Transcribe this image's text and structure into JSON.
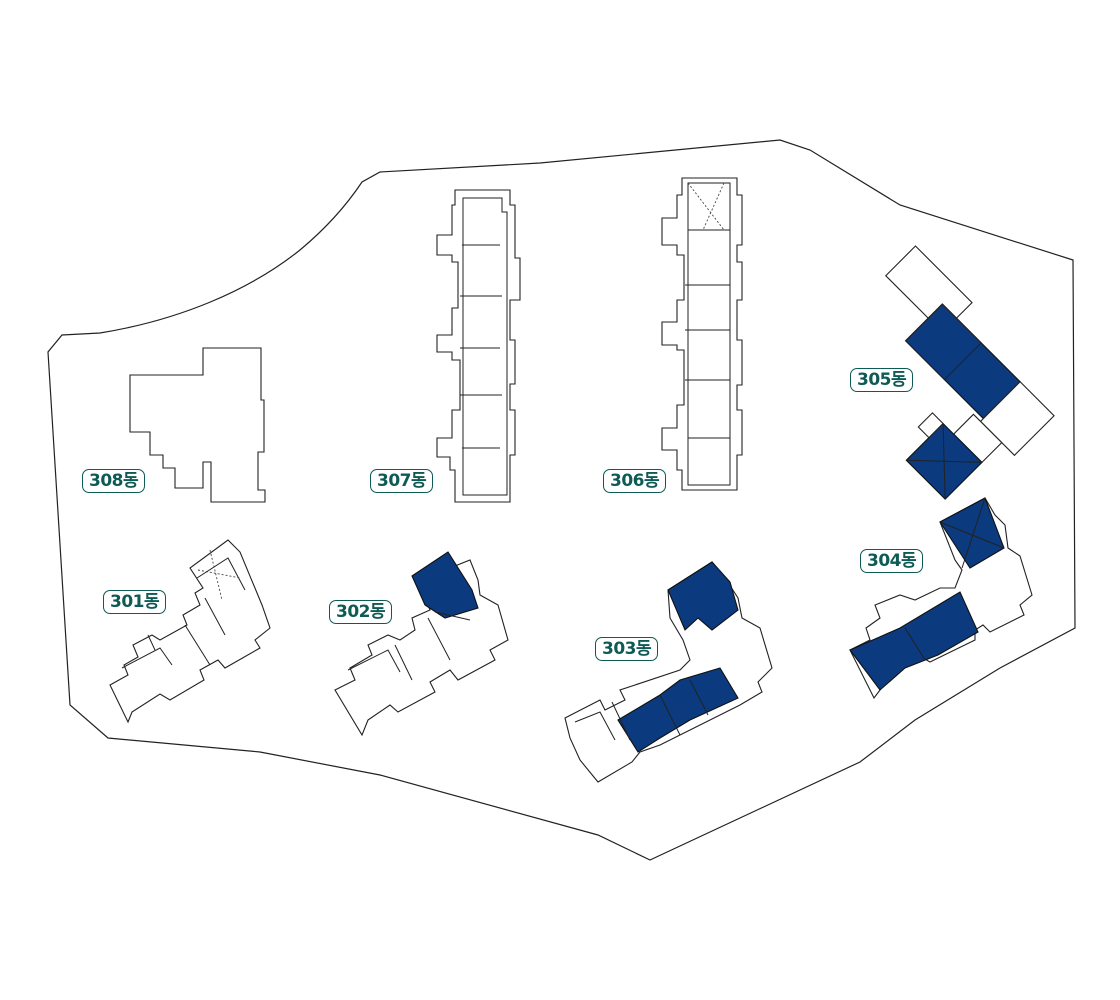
{
  "colors": {
    "selected_fill": "#0b3a7e",
    "label_color": "#0e5a55",
    "outline": "#222222"
  },
  "buildings": [
    {
      "id": "308",
      "label": "308동",
      "status": "unselected"
    },
    {
      "id": "307",
      "label": "307동",
      "status": "unselected"
    },
    {
      "id": "306",
      "label": "306동",
      "status": "unselected"
    },
    {
      "id": "305",
      "label": "305동",
      "status": "selected"
    },
    {
      "id": "301",
      "label": "301동",
      "status": "unselected"
    },
    {
      "id": "302",
      "label": "302동",
      "status": "selected"
    },
    {
      "id": "303",
      "label": "303동",
      "status": "selected"
    },
    {
      "id": "304",
      "label": "304동",
      "status": "selected"
    }
  ]
}
